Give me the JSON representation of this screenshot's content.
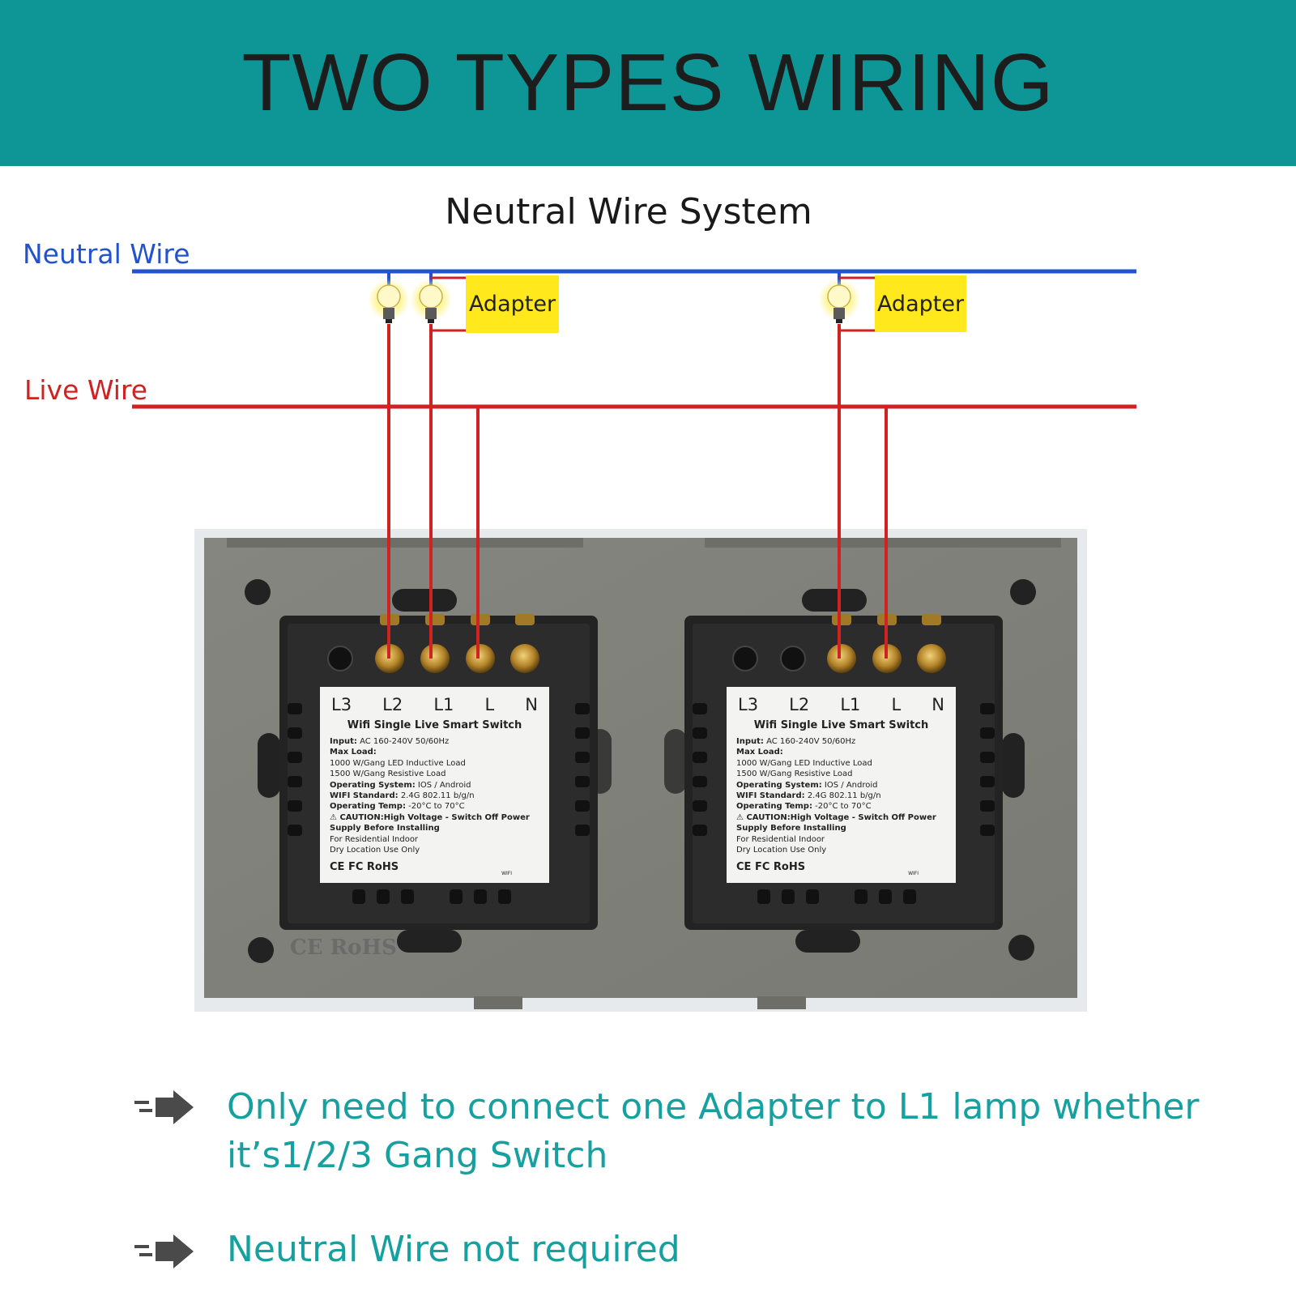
{
  "header": {
    "title": "TWO TYPES WIRING"
  },
  "diagram": {
    "subtitle": "Neutral Wire System",
    "neutral_label": "Neutral Wire",
    "live_label": "Live Wire",
    "adapter_label": "Adapter",
    "colors": {
      "banner": "#0e9696",
      "neutral": "#2352cf",
      "live": "#cf2222",
      "adapter": "#ffe81c",
      "note": "#17a0a0"
    }
  },
  "switch_label": {
    "terminals": [
      "L3",
      "L2",
      "L1",
      "L",
      "N"
    ],
    "title": "Wifi Single Live Smart Switch",
    "specs": [
      {
        "k": "Input:",
        "v": " AC 160-240V 50/60Hz"
      },
      {
        "k": "Max Load:",
        "v": ""
      },
      {
        "k": "",
        "v": "1000 W/Gang LED Inductive Load"
      },
      {
        "k": "",
        "v": "1500 W/Gang Resistive Load"
      },
      {
        "k": "Operating System:",
        "v": " IOS / Android"
      },
      {
        "k": "WIFI Standard:",
        "v": " 2.4G 802.11 b/g/n"
      },
      {
        "k": "Operating Temp:",
        "v": " -20°C to 70°C"
      },
      {
        "k": "⚠ CAUTION:High Voltage - Switch Off  Power",
        "v": ""
      },
      {
        "k": "Supply Before Installing",
        "v": ""
      },
      {
        "k": "",
        "v": "For Residential Indoor"
      },
      {
        "k": "",
        "v": "Dry Location Use Only"
      }
    ],
    "certs": "CE FC RoHS",
    "wifi": "WIFI"
  },
  "plate_mark": "CE RoHS",
  "notes": [
    "Only need to connect one Adapter to L1 lamp whether it’s1/2/3 Gang Switch",
    "Neutral Wire not required"
  ]
}
